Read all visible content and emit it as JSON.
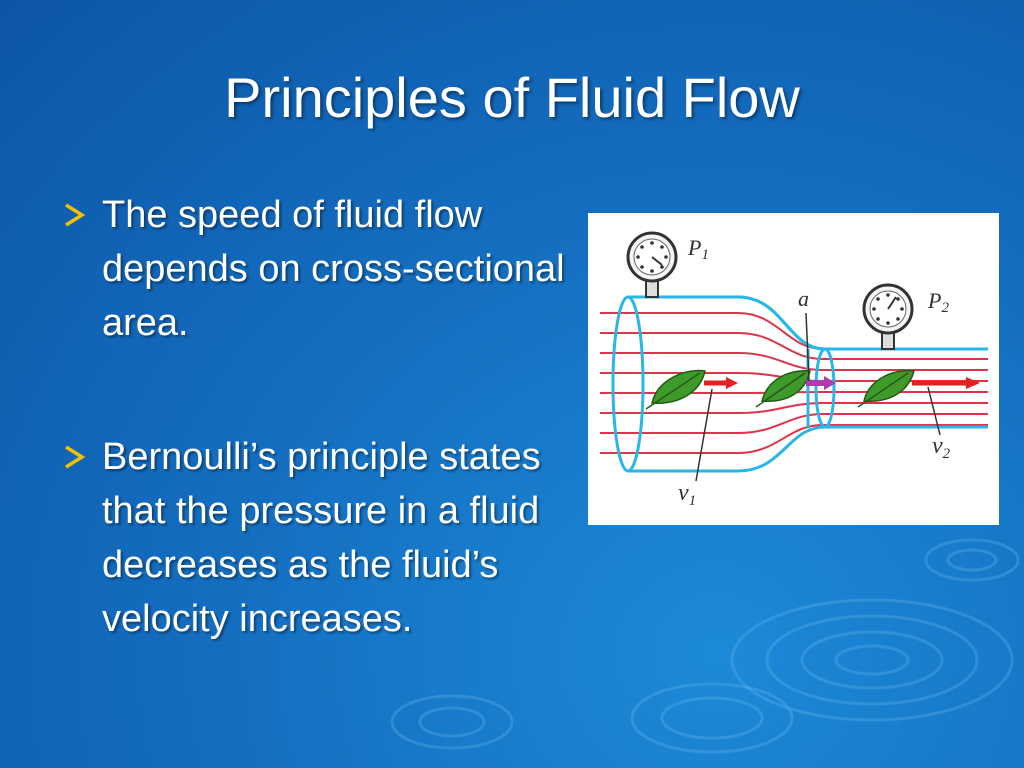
{
  "slide": {
    "title": "Principles of Fluid Flow",
    "bullets": [
      {
        "text": "The speed of fluid flow depends on cross-sectional area."
      },
      {
        "text": "Bernoulli’s principle states that the pressure in a fluid decreases as the fluid’s velocity increases."
      }
    ],
    "figure": {
      "labels": {
        "p": "P",
        "p1_sub": "1",
        "p2_sub": "2",
        "a": "a",
        "v": "v",
        "v1_sub": "1",
        "v2_sub": "2"
      }
    },
    "colors": {
      "background": "#1570c2",
      "text": "#ffffff",
      "bullet_arrow": "#f2c200",
      "pipe": "#29b6e8",
      "streamline": "#e0334a",
      "arrow": "#e62020",
      "accel_arrow": "#b03ab0"
    }
  }
}
